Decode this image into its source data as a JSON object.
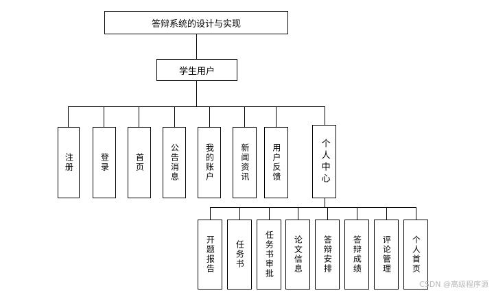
{
  "diagram": {
    "root": "答辩系统的设计与实现",
    "user": "学生用户",
    "modules": [
      "注册",
      "登录",
      "首页",
      "公告消息",
      "我的账户",
      "新闻资讯",
      "用户反馈",
      "个人中心"
    ],
    "submodules": [
      "开题报告",
      "任务书",
      "任务书审批",
      "论文信息",
      "答辩安排",
      "答辩成绩",
      "评论管理",
      "个人首页"
    ]
  },
  "watermark": "CSDN @高级程序源"
}
